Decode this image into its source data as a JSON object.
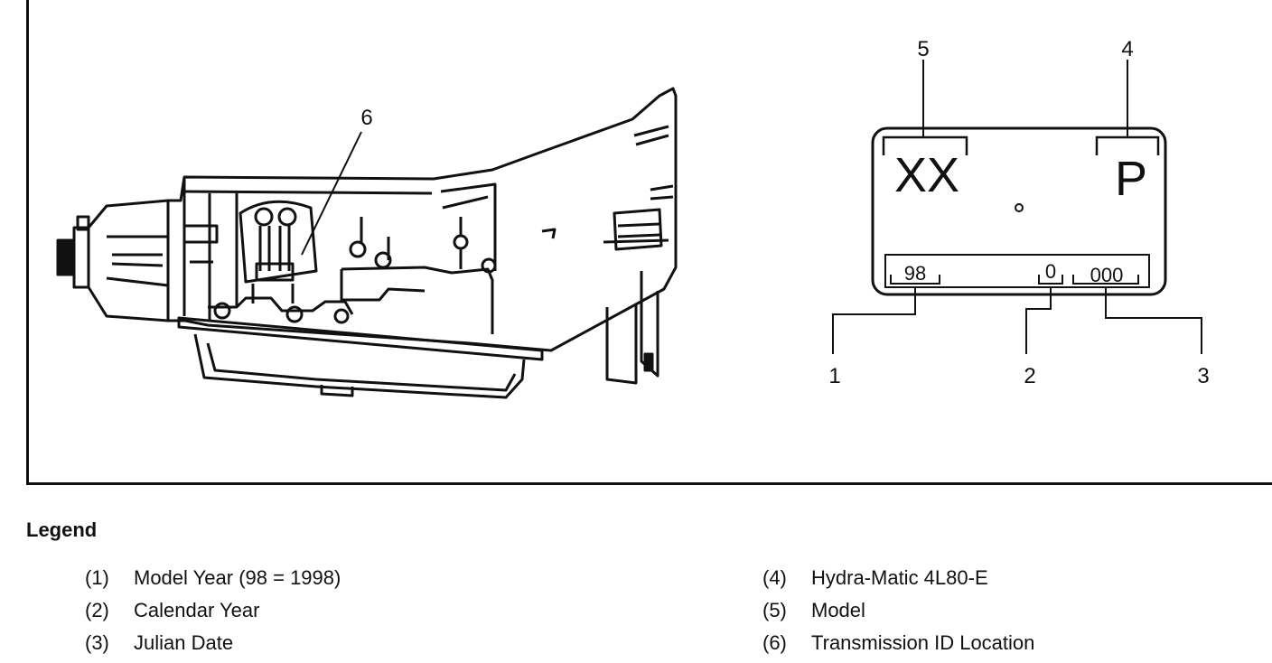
{
  "diagram": {
    "callouts": {
      "c1": "1",
      "c2": "2",
      "c3": "3",
      "c4": "4",
      "c5": "5",
      "c6": "6"
    },
    "plate": {
      "model_code": "XX",
      "transmission_code": "P",
      "model_year": "98",
      "calendar_year": "0",
      "julian_date": "000"
    }
  },
  "legend": {
    "title": "Legend",
    "items": [
      {
        "num": "(1)",
        "label": "Model Year (98 = 1998)"
      },
      {
        "num": "(2)",
        "label": "Calendar Year"
      },
      {
        "num": "(3)",
        "label": "Julian Date"
      },
      {
        "num": "(4)",
        "label": "Hydra-Matic 4L80-E"
      },
      {
        "num": "(5)",
        "label": "Model"
      },
      {
        "num": "(6)",
        "label": "Transmission ID Location"
      }
    ]
  }
}
